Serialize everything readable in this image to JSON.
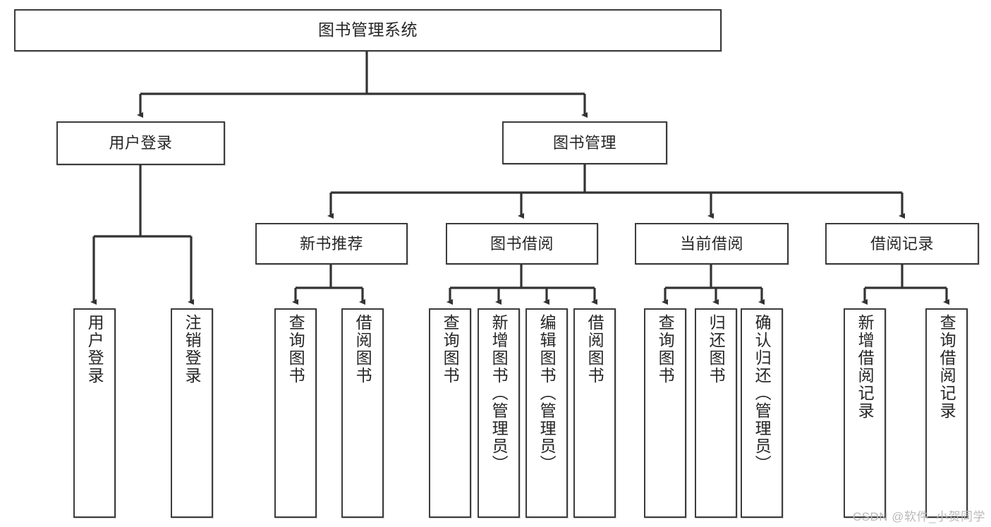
{
  "diagram": {
    "title": "图书管理系统",
    "type": "tree-hierarchy",
    "watermark": "CSDN @软件_小贺同学",
    "colors": {
      "box_border": "#3c3c3c",
      "box_fill": "#ffffff",
      "edge": "#333333",
      "text": "#262626",
      "watermark": "#b9b9b9"
    }
  },
  "nodes": {
    "root": {
      "label": "图书管理系统"
    },
    "level2": [
      {
        "id": "user-login",
        "label": "用户登录"
      },
      {
        "id": "book-manage",
        "label": "图书管理"
      }
    ],
    "level3": [
      {
        "id": "new-book-recommend",
        "label": "新书推荐"
      },
      {
        "id": "book-borrow",
        "label": "图书借阅"
      },
      {
        "id": "current-borrow",
        "label": "当前借阅"
      },
      {
        "id": "borrow-record",
        "label": "借阅记录"
      }
    ],
    "leaves": [
      {
        "id": "leaf-user-login",
        "label": "用户登录",
        "parent": "user-login"
      },
      {
        "id": "leaf-logout-login",
        "label": "注销登录",
        "parent": "user-login"
      },
      {
        "id": "leaf-query-book-1",
        "label": "查询图书",
        "parent": "new-book-recommend"
      },
      {
        "id": "leaf-borrow-book-1",
        "label": "借阅图书",
        "parent": "new-book-recommend"
      },
      {
        "id": "leaf-query-book-2",
        "label": "查询图书",
        "parent": "book-borrow"
      },
      {
        "id": "leaf-add-book",
        "label": "新增图书（管理员）",
        "parent": "book-borrow"
      },
      {
        "id": "leaf-edit-book",
        "label": "编辑图书（管理员）",
        "parent": "book-borrow"
      },
      {
        "id": "leaf-borrow-book-2",
        "label": "借阅图书",
        "parent": "book-borrow"
      },
      {
        "id": "leaf-query-book-3",
        "label": "查询图书",
        "parent": "current-borrow"
      },
      {
        "id": "leaf-return-book",
        "label": "归还图书",
        "parent": "current-borrow"
      },
      {
        "id": "leaf-confirm-return",
        "label": "确认归还（管理员）",
        "parent": "current-borrow"
      },
      {
        "id": "leaf-add-record",
        "label": "新增借阅记录",
        "parent": "borrow-record"
      },
      {
        "id": "leaf-query-record",
        "label": "查询借阅记录",
        "parent": "borrow-record"
      }
    ]
  }
}
